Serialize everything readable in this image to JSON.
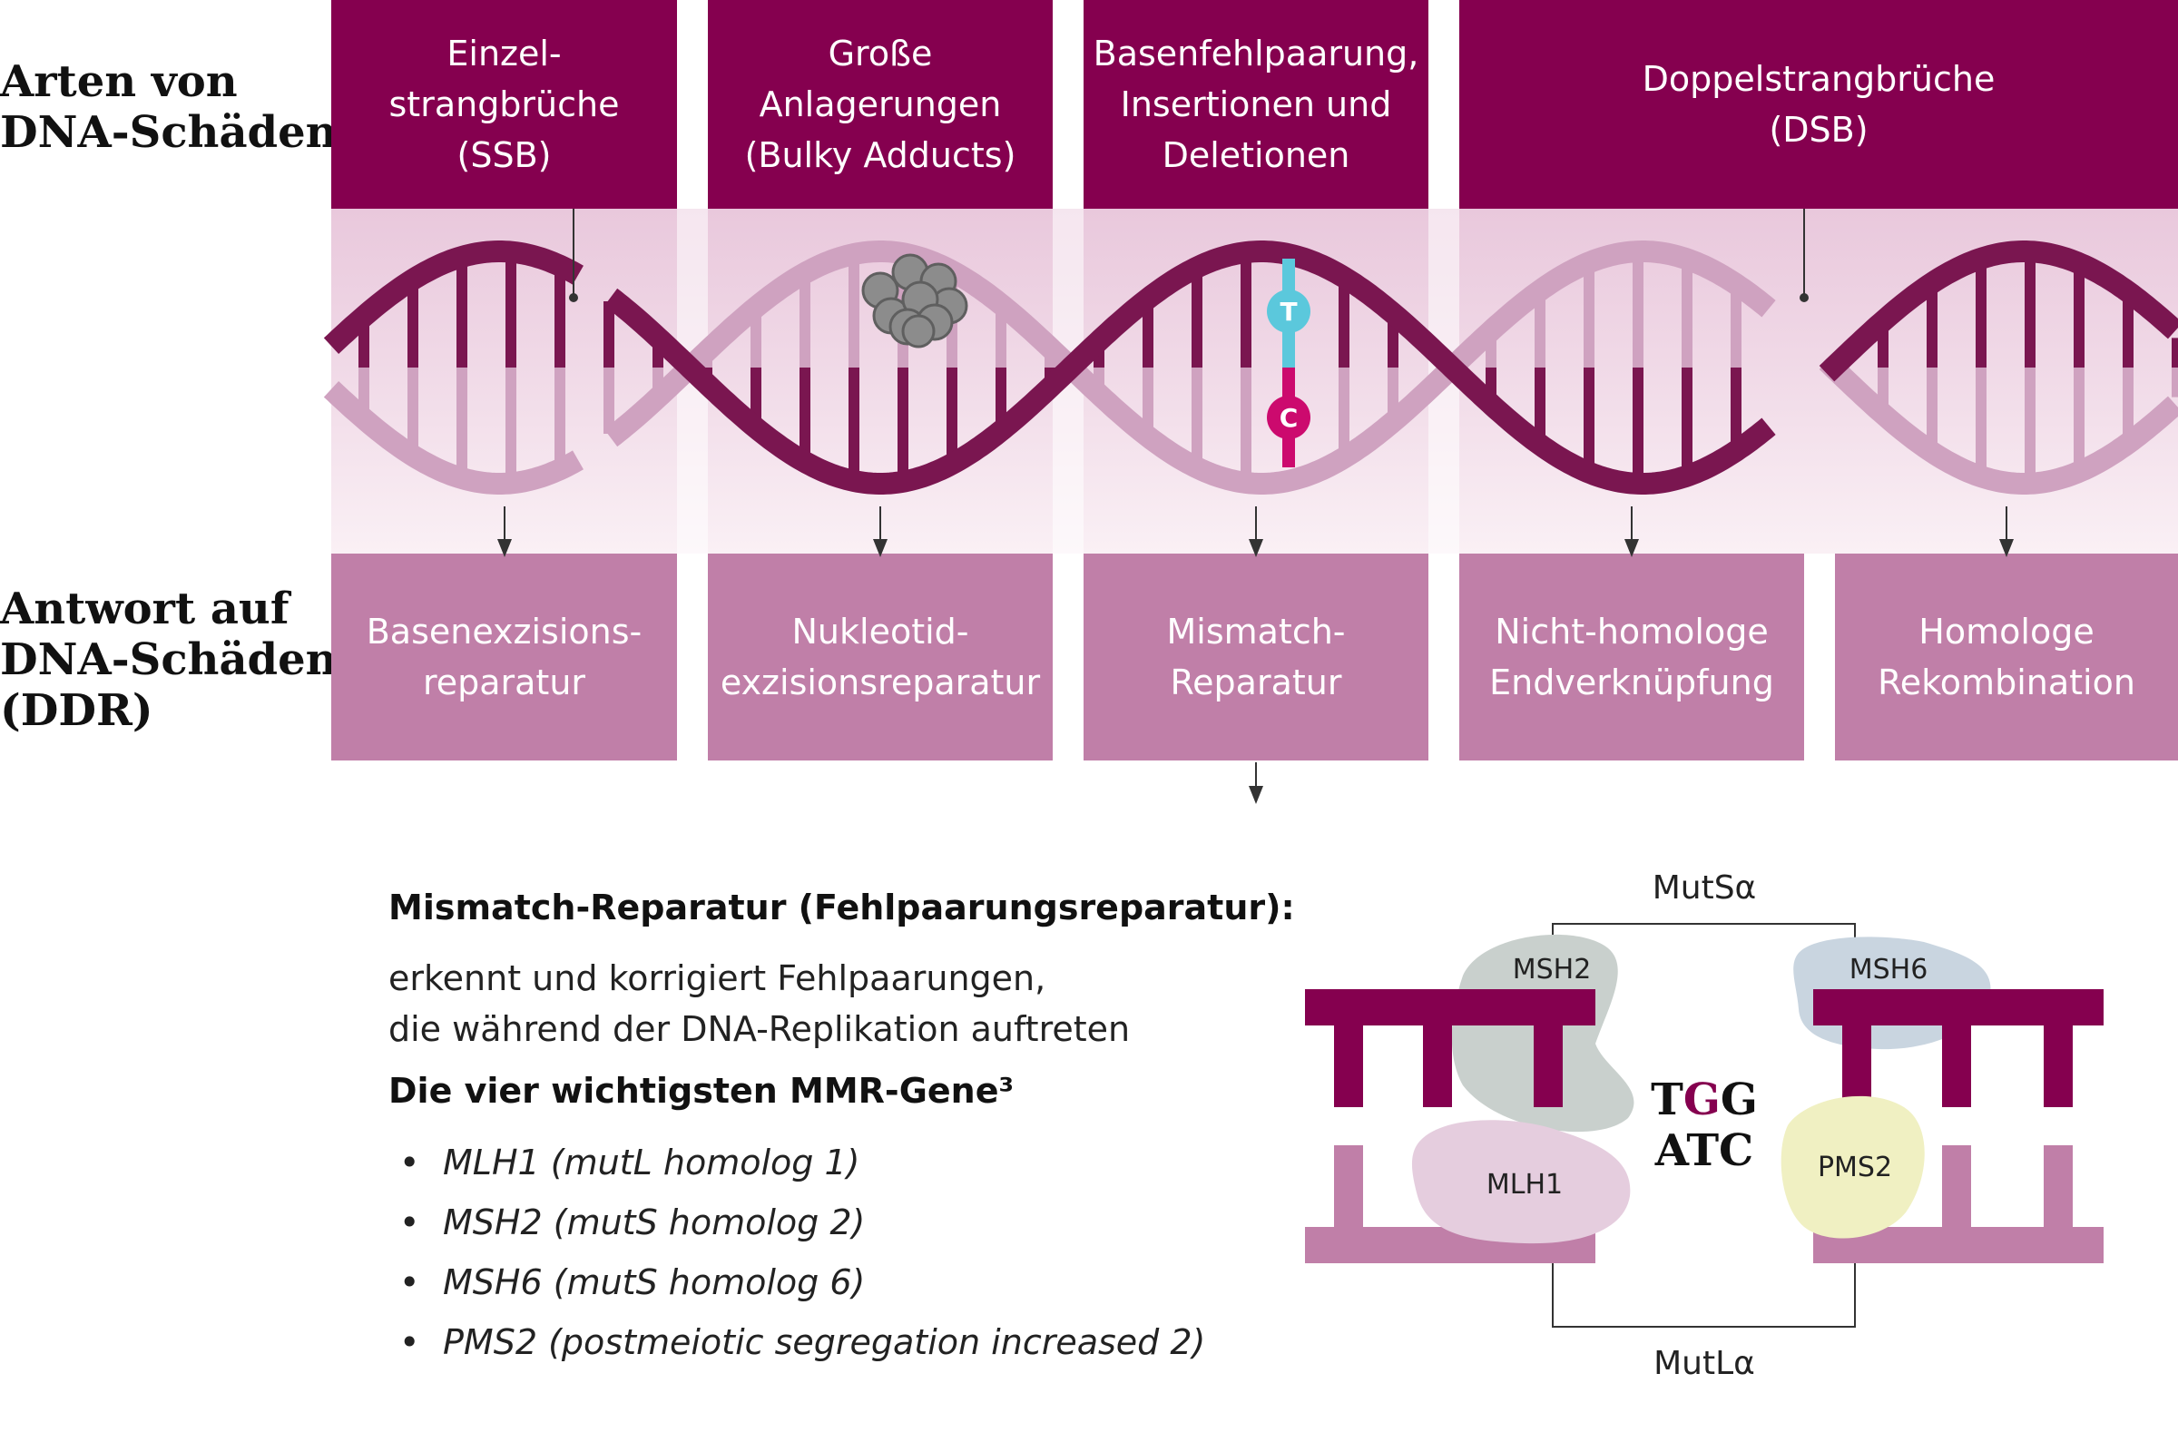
{
  "row_labels": {
    "damage_types": "Arten von\nDNA-Schäden",
    "damage_response": "Antwort auf\nDNA-Schäden\n(DDR)"
  },
  "damage_types": [
    {
      "label": "Einzel-\nstrangbrüche\n(SSB)"
    },
    {
      "label": "Große\nAnlagerungen\n(Bulky Adducts)"
    },
    {
      "label": "Basenfehlpaarung,\nInsertionen und\nDeletionen"
    },
    {
      "label": "Doppelstrangbrüche\n(DSB)"
    }
  ],
  "repair_pathways": [
    {
      "label": "Basenexzisions-\nreparatur"
    },
    {
      "label": "Nukleotid-\nexzisionsreparatur"
    },
    {
      "label": "Mismatch-\nReparatur"
    },
    {
      "label": "Nicht-homologe\nEndverknüpfung"
    },
    {
      "label": "Homologe\nRekombination"
    }
  ],
  "mismatch_bases": {
    "top": "T",
    "bottom": "C"
  },
  "mmr": {
    "title": "Mismatch-Reparatur (Fehlpaarungsreparatur):",
    "description": "erkennt und korrigiert Fehlpaarungen,\ndie während der DNA-Replikation auftreten",
    "genes_title": "Die vier wichtigsten MMR-Gene³",
    "bullet": "•",
    "genes": [
      "MLH1 (mutL homolog 1)",
      "MSH2 (mutS homolog 2)",
      "MSH6 (mutS homolog 6)",
      "PMS2 (postmeiotic segregation increased 2)"
    ]
  },
  "complex": {
    "mutS_label": "MutSα",
    "mutL_label": "MutLα",
    "proteins": {
      "msh2": "MSH2",
      "msh6": "MSH6",
      "mlh1": "MLH1",
      "pms2": "PMS2"
    },
    "sequence_top": [
      "T",
      "G",
      "G"
    ],
    "sequence_bottom": "ATC"
  },
  "colors": {
    "dark_magenta": "#85004f",
    "light_magenta": "#c07fa8",
    "dark_strand": "#7a1650",
    "light_strand": "#cfa2c0",
    "t_base": "#5bc8dc",
    "c_base": "#cc0a6e",
    "msh2": "#c9d0cd",
    "msh6": "#c9d5e0",
    "mlh1": "#e5cdde",
    "pms2": "#f0f0c2"
  }
}
